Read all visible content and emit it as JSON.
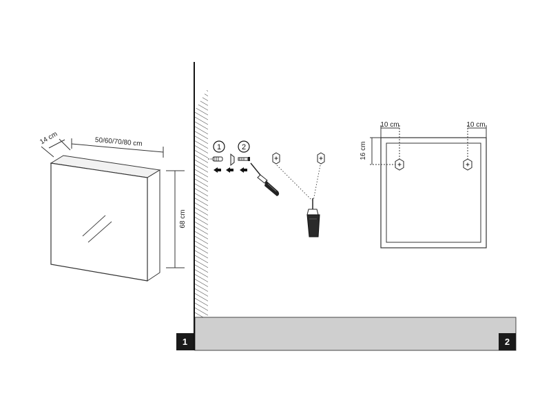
{
  "labels": {
    "depth": "14 cm",
    "width": "50/60/70/80 cm",
    "height": "68 cm",
    "offset_left": "10 cm",
    "offset_right": "10 cm",
    "offset_top": "16 cm"
  },
  "steps": {
    "sub_one": "1",
    "sub_two": "2",
    "panel_one": "1",
    "panel_two": "2"
  },
  "colors": {
    "ink": "#222222",
    "floor": "#cfcfcf",
    "badge": "#1a1a1a"
  }
}
